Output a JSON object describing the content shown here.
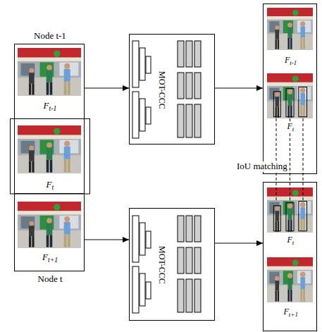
{
  "diagram": {
    "nodes": [
      {
        "text": [
          "Node t-1",
          "Ft-1",
          "Ft"
        ]
      },
      {
        "text": [
          "Ft+1",
          "Node t"
        ]
      },
      {
        "text": [
          "MOT-CCC"
        ]
      },
      {
        "text": [
          "MOT-CCC"
        ]
      },
      {
        "text": [
          "Ft-1",
          "Ft"
        ]
      },
      {
        "text": [
          "Ft",
          "Ft+1"
        ]
      }
    ],
    "edges": [
      {
        "from": 0,
        "to": 2,
        "arrow": "to"
      },
      {
        "from": 1,
        "to": 3,
        "arrow": "to"
      },
      {
        "from": 2,
        "to": 4,
        "arrow": "to"
      },
      {
        "from": 3,
        "to": 5,
        "arrow": "to"
      }
    ],
    "labels": [
      "IoU matching"
    ]
  }
}
